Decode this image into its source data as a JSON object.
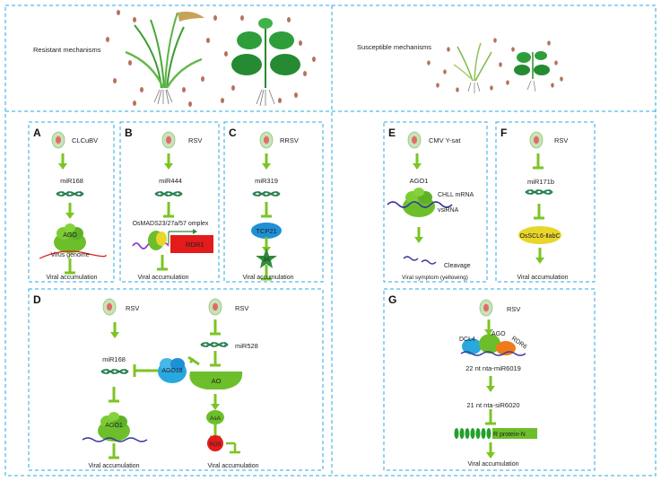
{
  "top": {
    "left_title": "Resistant mechanisms",
    "right_title": "Susceptible mechanisms"
  },
  "panels": {
    "A": {
      "letter": "A",
      "virus": "CLCuBV",
      "mirna": "miR168",
      "complex": "AGO",
      "genome": "Virus genome",
      "outcome": "Viral accumulation"
    },
    "B": {
      "letter": "B",
      "virus": "RSV",
      "mirna": "miR444",
      "complex": "OsMADS23/27a/57 omplex",
      "target": "RDR1",
      "outcome": "Viral accumulation"
    },
    "C": {
      "letter": "C",
      "virus": "RRSV",
      "mirna": "miR319",
      "target": "TCP21",
      "hormone": "JA",
      "outcome": "Viral accumulation"
    },
    "D": {
      "letter": "D",
      "virus_left": "RSV",
      "virus_right": "RSV",
      "mirna_left": "miR168",
      "ago18": "AGO18",
      "ago1": "AGO1",
      "mirna_right": "miR528",
      "ao": "AO",
      "asa": "AsA",
      "ros": "ROS",
      "outcome_left": "Viral accumulation",
      "outcome_right": "Viral accumulation"
    },
    "E": {
      "letter": "E",
      "virus": "CMV Y-sat",
      "ago": "AGO1",
      "mrna": "CHLL mRNA",
      "vsirna": "vsiRNA",
      "cleavage": "Cleavage",
      "outcome": "Viral symptom (yellowing)"
    },
    "F": {
      "letter": "F",
      "virus": "RSV",
      "mirna": "miR171b",
      "target": "OsSCL6-ⅡabC",
      "outcome": "Viral accumulation"
    },
    "G": {
      "letter": "G",
      "virus": "RSV",
      "dcl4": "DCL4",
      "ago": "AGO",
      "rdr6": "RDR6",
      "mirna": "22 nt nta-miR6019",
      "sirna": "21 nt nta-siR6020",
      "target": "R protein-N",
      "outcome": "Viral accumulation"
    }
  },
  "colors": {
    "border": "#29a8e0",
    "arrow": "#7cc424",
    "green": "#6cbf2a",
    "dark_green": "#2e8b3a",
    "blue": "#1e90d6",
    "red": "#e31b1b",
    "yellow": "#e8d62a",
    "virus_body": "#c8e3b8",
    "virus_core": "#e26a6a"
  }
}
